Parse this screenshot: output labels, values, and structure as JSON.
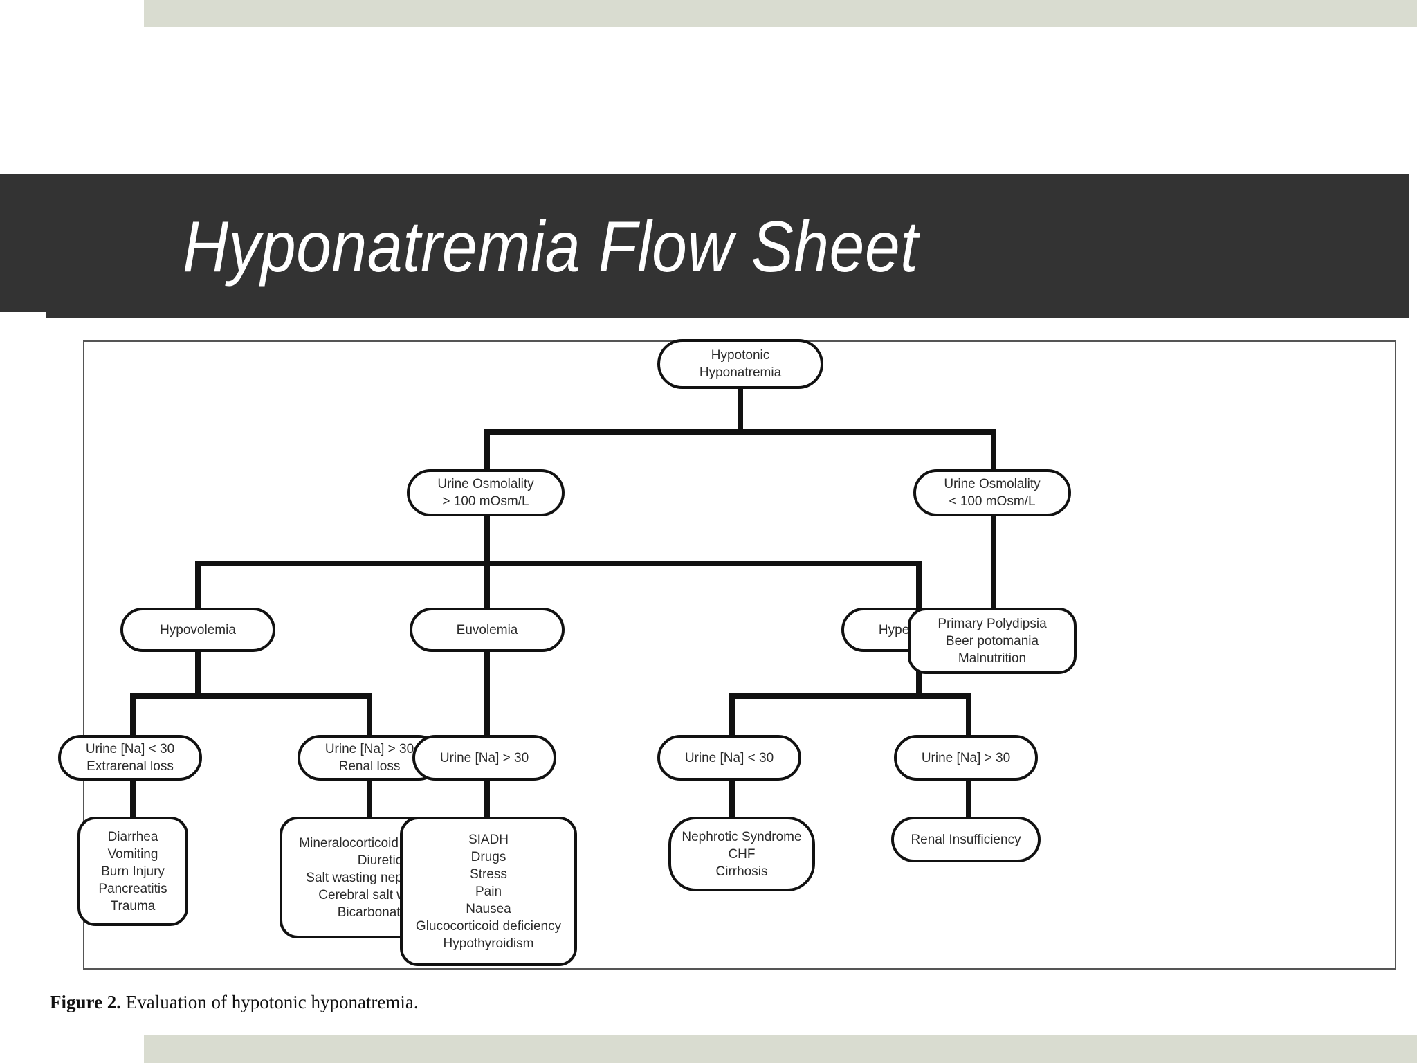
{
  "slide": {
    "title": "Hyponatremia Flow Sheet",
    "accent_bar_color": "#d9dcd0",
    "title_band_color": "#333333",
    "title_text_color": "#ffffff",
    "figure_border_color": "#555555",
    "node_stroke_color": "#111111",
    "node_fill_color": "#ffffff"
  },
  "caption": {
    "label": "Figure 2.",
    "text": "Evaluation of hypotonic hyponatremia."
  },
  "chart_data": {
    "type": "diagram",
    "title": "Evaluation of hypotonic hyponatremia",
    "orientation": "top-down tree",
    "nodes": [
      {
        "id": "root",
        "label": "Hypotonic\nHyponatremia",
        "level": 0
      },
      {
        "id": "uosm_high",
        "label": "Urine Osmolality\n> 100 mOsm/L",
        "level": 1
      },
      {
        "id": "uosm_low",
        "label": "Urine Osmolality\n< 100 mOsm/L",
        "level": 1
      },
      {
        "id": "hypovolemia",
        "label": "Hypovolemia",
        "level": 2
      },
      {
        "id": "euvolemia",
        "label": "Euvolemia",
        "level": 2
      },
      {
        "id": "hypervolemia",
        "label": "Hypervolemia",
        "level": 2
      },
      {
        "id": "polydipsia",
        "label": "Primary Polydipsia\nBeer potomania\nMalnutrition",
        "level": 2
      },
      {
        "id": "hypo_na_low",
        "label": "Urine [Na] < 30\nExtrarenal loss",
        "level": 3
      },
      {
        "id": "hypo_na_high",
        "label": "Urine [Na] > 30\nRenal loss",
        "level": 3
      },
      {
        "id": "euv_na_high",
        "label": "Urine [Na] > 30",
        "level": 3
      },
      {
        "id": "hyper_na_low",
        "label": "Urine [Na] < 30",
        "level": 3
      },
      {
        "id": "hyper_na_high",
        "label": "Urine [Na] > 30",
        "level": 3
      },
      {
        "id": "extrarenal_causes",
        "label": "Diarrhea\nVomiting\nBurn Injury\nPancreatitis\nTrauma",
        "level": 4
      },
      {
        "id": "renal_causes",
        "label": "Mineralocorticoid deficiency\nDiuretic\nSalt wasting nephropathy\nCerebral salt wasting\nBicarbonaturia",
        "level": 4
      },
      {
        "id": "euvolemic_causes",
        "label": "SIADH\nDrugs\nStress\nPain\nNausea\nGlucocorticoid deficiency\nHypothyroidism",
        "level": 4
      },
      {
        "id": "hyper_low_causes",
        "label": "Nephrotic Syndrome\nCHF\nCirrhosis",
        "level": 4
      },
      {
        "id": "hyper_high_causes",
        "label": "Renal Insufficiency",
        "level": 4
      }
    ],
    "edges": [
      {
        "from": "root",
        "to": "uosm_high"
      },
      {
        "from": "root",
        "to": "uosm_low"
      },
      {
        "from": "uosm_high",
        "to": "hypovolemia"
      },
      {
        "from": "uosm_high",
        "to": "euvolemia"
      },
      {
        "from": "uosm_high",
        "to": "hypervolemia"
      },
      {
        "from": "uosm_low",
        "to": "polydipsia"
      },
      {
        "from": "hypovolemia",
        "to": "hypo_na_low"
      },
      {
        "from": "hypovolemia",
        "to": "hypo_na_high"
      },
      {
        "from": "euvolemia",
        "to": "euv_na_high"
      },
      {
        "from": "hypervolemia",
        "to": "hyper_na_low"
      },
      {
        "from": "hypervolemia",
        "to": "hyper_na_high"
      },
      {
        "from": "hypo_na_low",
        "to": "extrarenal_causes"
      },
      {
        "from": "hypo_na_high",
        "to": "renal_causes"
      },
      {
        "from": "euv_na_high",
        "to": "euvolemic_causes"
      },
      {
        "from": "hyper_na_low",
        "to": "hyper_low_causes"
      },
      {
        "from": "hyper_na_high",
        "to": "hyper_high_causes"
      }
    ]
  }
}
